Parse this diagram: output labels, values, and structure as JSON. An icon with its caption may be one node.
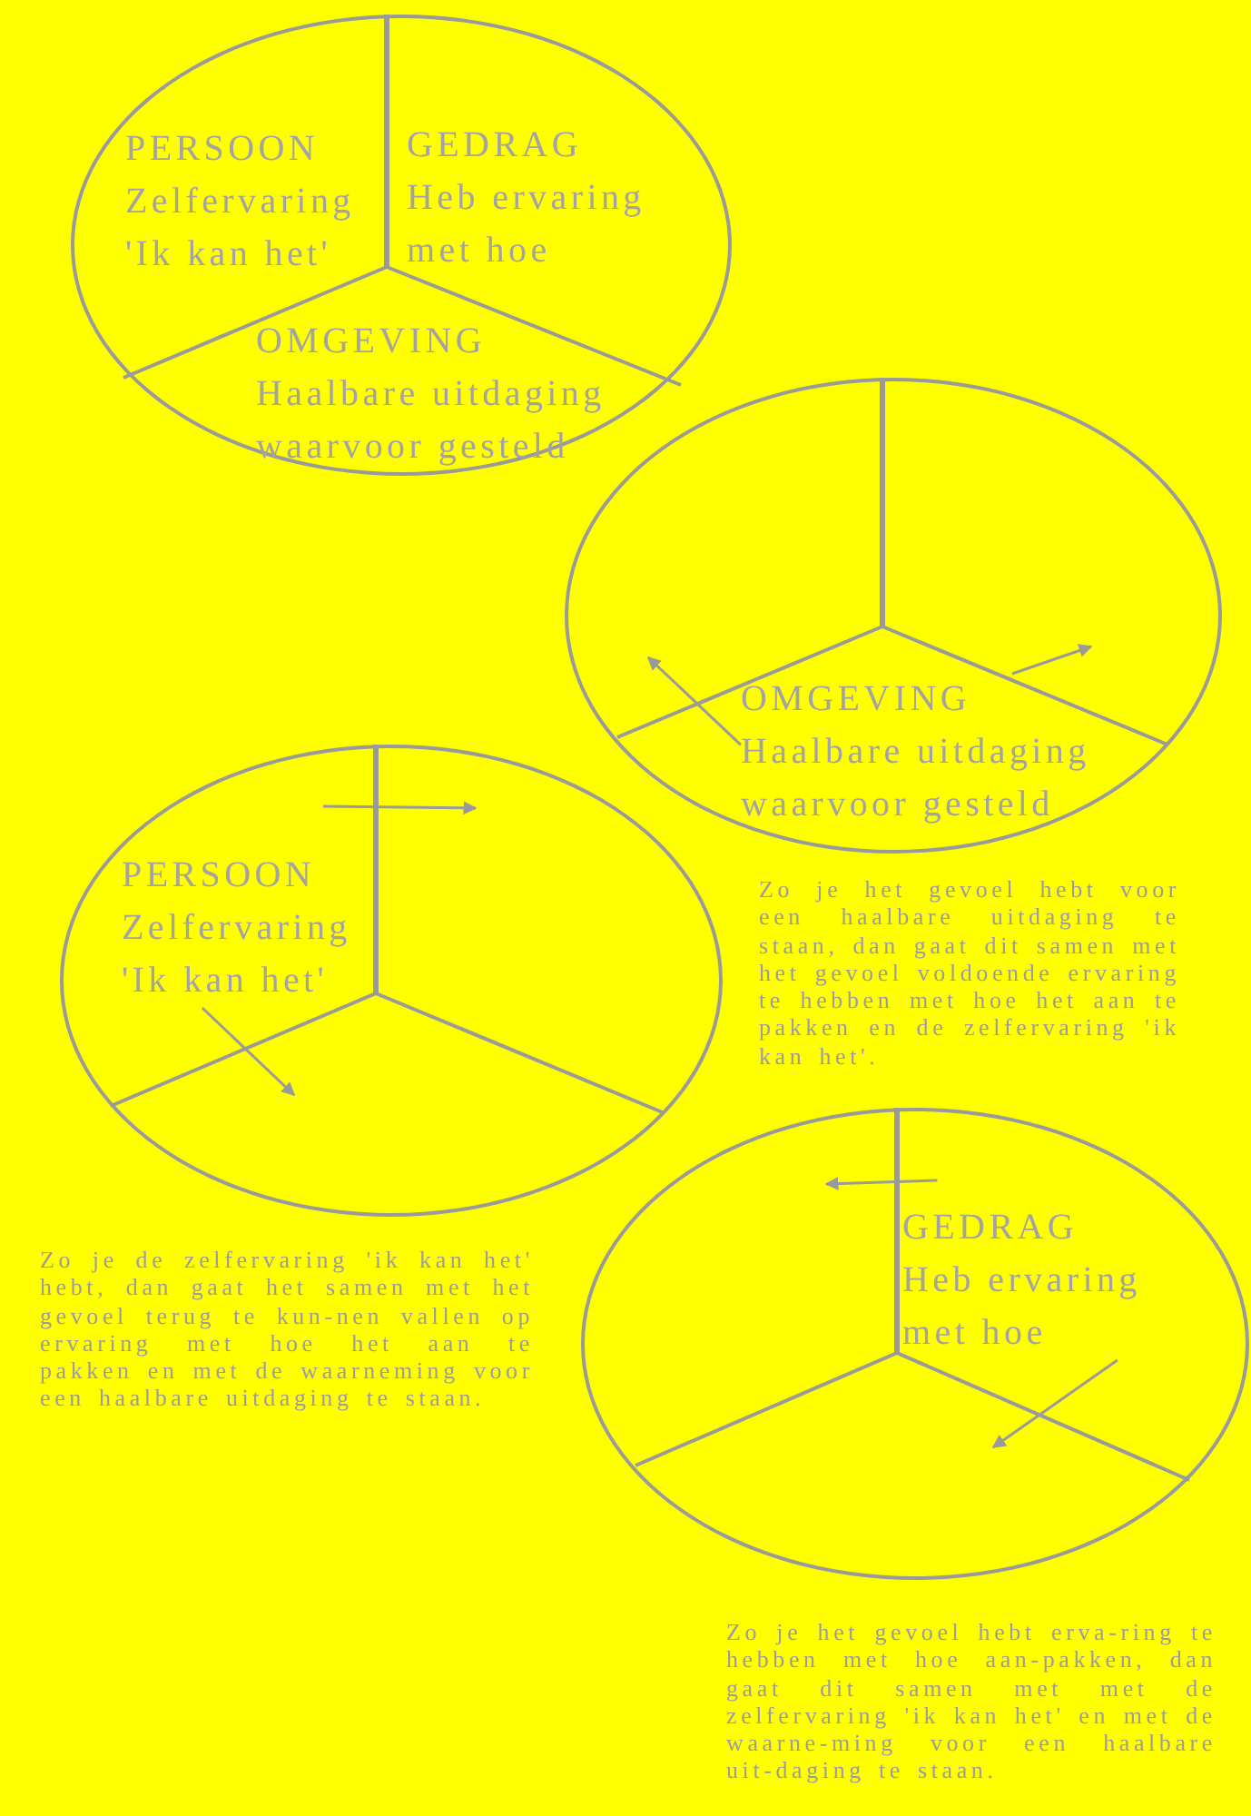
{
  "diagram": {
    "nodes": [
      {
        "text": [],
        "shape": "circle"
      },
      {
        "text": [
          "PERSOON",
          "Zelfervaring 'Ik kan het'"
        ],
        "in": 0
      },
      {
        "text": [
          "GEDRAG",
          "Heb ervaring met hoe"
        ],
        "in": 0
      },
      {
        "text": [
          "OMGEVING",
          "Haalbare uitdaging waarvoor gesteld"
        ],
        "in": 0
      },
      {
        "text": [],
        "shape": "circle"
      },
      {
        "text": [
          "OMGEVING",
          "Haalbare uitdaging waarvoor gesteld"
        ],
        "in": 4
      },
      {
        "text": [],
        "shape": "circle"
      },
      {
        "text": [
          "PERSOON",
          "Zelfervaring 'Ik kan het'"
        ],
        "in": 6
      },
      {
        "text": [],
        "shape": "circle"
      },
      {
        "text": [
          "GEDRAG",
          "Heb ervaring met hoe"
        ],
        "in": 8
      }
    ],
    "edges": [
      {
        "from": 5,
        "to": null,
        "arrow": "to"
      },
      {
        "from": 5,
        "to": null,
        "arrow": "to"
      },
      {
        "from": 7,
        "to": null,
        "arrow": "to"
      },
      {
        "from": 7,
        "to": null,
        "arrow": "to"
      },
      {
        "from": 9,
        "to": null,
        "arrow": "to"
      },
      {
        "from": 9,
        "to": null,
        "arrow": "to"
      }
    ],
    "labels": [
      "Zo je het gevoel hebt voor een haalbare uitdaging te staan, dan gaat dit samen met het gevoel voldoende ervaring te hebben met hoe het aan te pakken en de zelfervaring 'ik kan het'.",
      "Zo je de zelfervaring 'ik kan het' hebt, dan gaat het samen met het gevoel terug te kun-nen vallen op ervaring met hoe het aan te pakken en met de waarneming voor een haalbare uitdaging te staan.",
      "Zo je het gevoel hebt erva-ring te hebben met hoe aan-pakken, dan gaat dit samen met met de zelfervaring 'ik kan het' en met de waarne-ming voor een haalbare uit-daging te staan."
    ]
  }
}
